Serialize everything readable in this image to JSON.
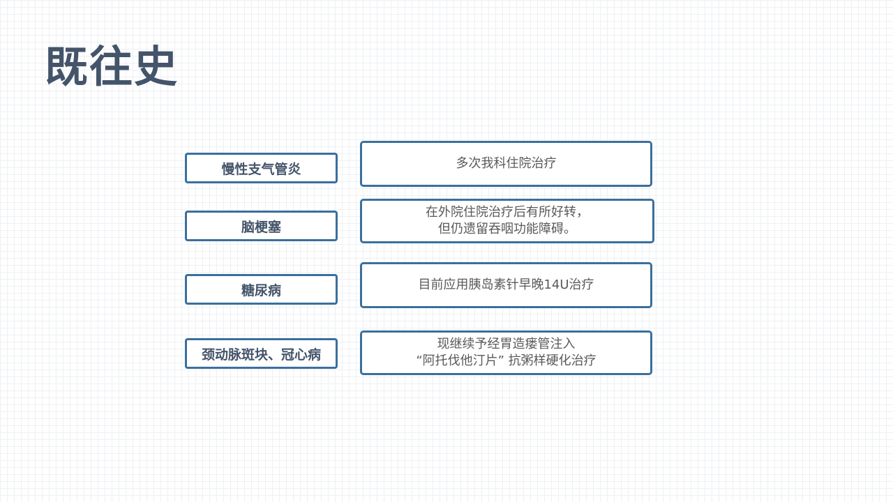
{
  "title": "既往史",
  "rows": [
    {
      "label": "慢性支气管炎",
      "lines": [
        "多次我科住院治疗"
      ]
    },
    {
      "label": "脑梗塞",
      "lines": [
        "在外院住院治疗后有所好转，",
        "但仍遗留吞咽功能障碍。"
      ]
    },
    {
      "label": "糖尿病",
      "lines": [
        "目前应用胰岛素针早晚14U治疗"
      ]
    },
    {
      "label": "颈动脉斑块、冠心病",
      "lines": [
        "现继续予经胃造瘘管注入",
        "“阿托伐他汀片” 抗粥样硬化治疗"
      ]
    }
  ],
  "colors": {
    "title": "#44546a",
    "border": "#3a6f9e",
    "label_text": "#44546a",
    "desc_text": "#595959"
  }
}
